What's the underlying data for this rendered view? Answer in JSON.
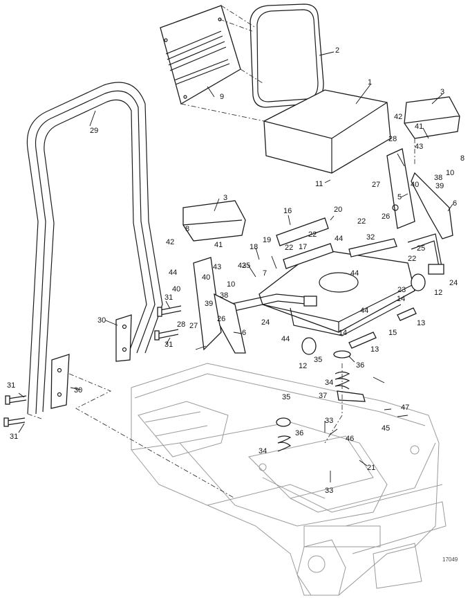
{
  "figure_id": "17049",
  "callouts": [
    "1",
    "2",
    "3",
    "3",
    "5",
    "6",
    "6",
    "7",
    "8",
    "8",
    "9",
    "10",
    "10",
    "11",
    "12",
    "12",
    "13",
    "13",
    "14",
    "14",
    "15",
    "16",
    "17",
    "18",
    "19",
    "20",
    "21",
    "22",
    "22",
    "22",
    "22",
    "23",
    "24",
    "24",
    "25",
    "25",
    "26",
    "26",
    "27",
    "27",
    "28",
    "28",
    "29",
    "30",
    "30",
    "31",
    "31",
    "31",
    "31",
    "32",
    "33",
    "33",
    "34",
    "34",
    "35",
    "35",
    "36",
    "36",
    "37",
    "38",
    "38",
    "39",
    "39",
    "40",
    "40",
    "40",
    "41",
    "41",
    "42",
    "42",
    "43",
    "43",
    "43",
    "44",
    "44",
    "44",
    "44",
    "44",
    "45",
    "46",
    "47"
  ],
  "colors": {
    "line": "#1a1a1a",
    "frame": "#9a9a9a",
    "background": "#ffffff"
  }
}
